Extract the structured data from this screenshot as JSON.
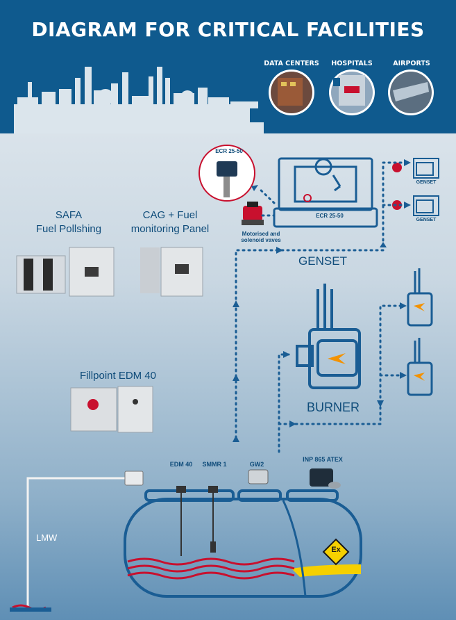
{
  "header": {
    "title": "DIAGRAM FOR CRITICAL FACILITIES",
    "facilities": [
      {
        "label": "DATA CENTERS",
        "icon": "data-center-photo"
      },
      {
        "label": "HOSPITALS",
        "icon": "hospital-photo"
      },
      {
        "label": "AIRPORTS",
        "icon": "airport-photo"
      }
    ]
  },
  "products": {
    "safa": {
      "line1": "SAFA",
      "line2": "Fuel Pollshing"
    },
    "cag": {
      "line1": "CAG + Fuel",
      "line2": "monitoring Panel"
    },
    "fillpoint": {
      "label": "Fillpoint EDM 40"
    }
  },
  "genset": {
    "ecr_callout": "ECR 25-50",
    "ecr_plate": "ECR 25-50",
    "valves_line1": "Motorised and",
    "valves_line2": "solenoid vaves",
    "title": "GENSET",
    "small_label": "GENSET"
  },
  "burner": {
    "title": "BURNER"
  },
  "tank": {
    "sensors": [
      "EDM 40",
      "SMMR 1",
      "GW2",
      "INP 865 ATEX"
    ],
    "lmw": "LMW",
    "atex_symbol": "Ex"
  },
  "colors": {
    "navy": "#0f4c7a",
    "banner": "#0f5a8e",
    "accent_red": "#c8102e",
    "fuel_yellow": "#f5d000",
    "flame": "#f39200"
  }
}
